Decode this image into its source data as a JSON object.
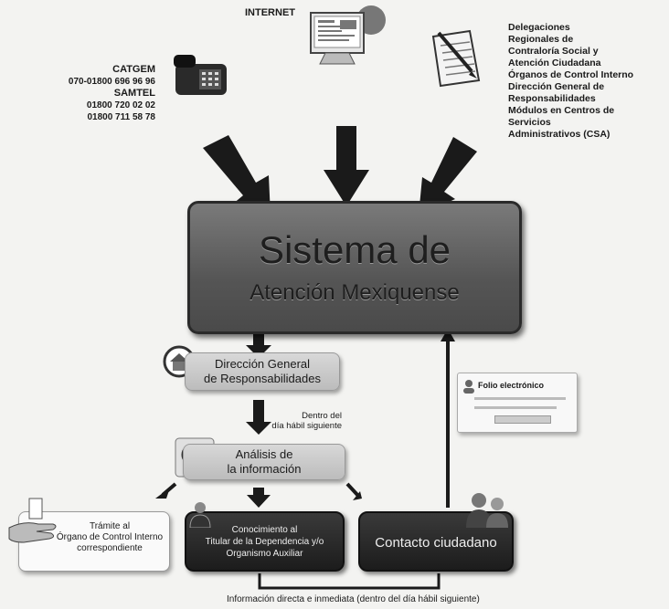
{
  "channels": {
    "phone": {
      "catgem_label": "CATGEM",
      "catgem_number": "070-01800 696 96 96",
      "samtel_label": "SAMTEL",
      "samtel_number_1": "01800 720 02 02",
      "samtel_number_2": "01800 711 58 78"
    },
    "internet_label": "INTERNET",
    "offices": [
      "Delegaciones",
      "Regionales de",
      "Contraloría Social y",
      "Atención Ciudadana",
      "Órganos de Control Interno",
      "Dirección General de",
      "Responsabilidades",
      "Módulos en Centros de",
      "Servicios",
      "Administrativos (CSA)"
    ]
  },
  "main_system": {
    "title": "Sistema de",
    "subtitle": "Atención Mexiquense"
  },
  "direccion_general": {
    "line1": "Dirección General",
    "line2": "de Responsabilidades"
  },
  "deadline_note": {
    "line1": "Dentro del",
    "line2": "día hábil siguiente"
  },
  "folio": {
    "title": "Folio electrónico"
  },
  "analisis": {
    "line1": "Análisis de",
    "line2": "la información"
  },
  "tramite": {
    "line1": "Trámite al",
    "line2": "Órgano de Control Interno",
    "line3": "correspondiente"
  },
  "conocimiento": {
    "line1": "Conocimiento al",
    "line2": "Titular de la Dependencia y/o",
    "line3": "Organismo Auxiliar"
  },
  "contacto": {
    "label": "Contacto ciudadano"
  },
  "footer": {
    "label": "Información directa e inmediata (dentro del día hábil siguiente)"
  },
  "colors": {
    "arrow": "#1a1a1a",
    "main_box": "#555555",
    "dark_box": "#222222",
    "light_box": "#c8c8c8"
  }
}
